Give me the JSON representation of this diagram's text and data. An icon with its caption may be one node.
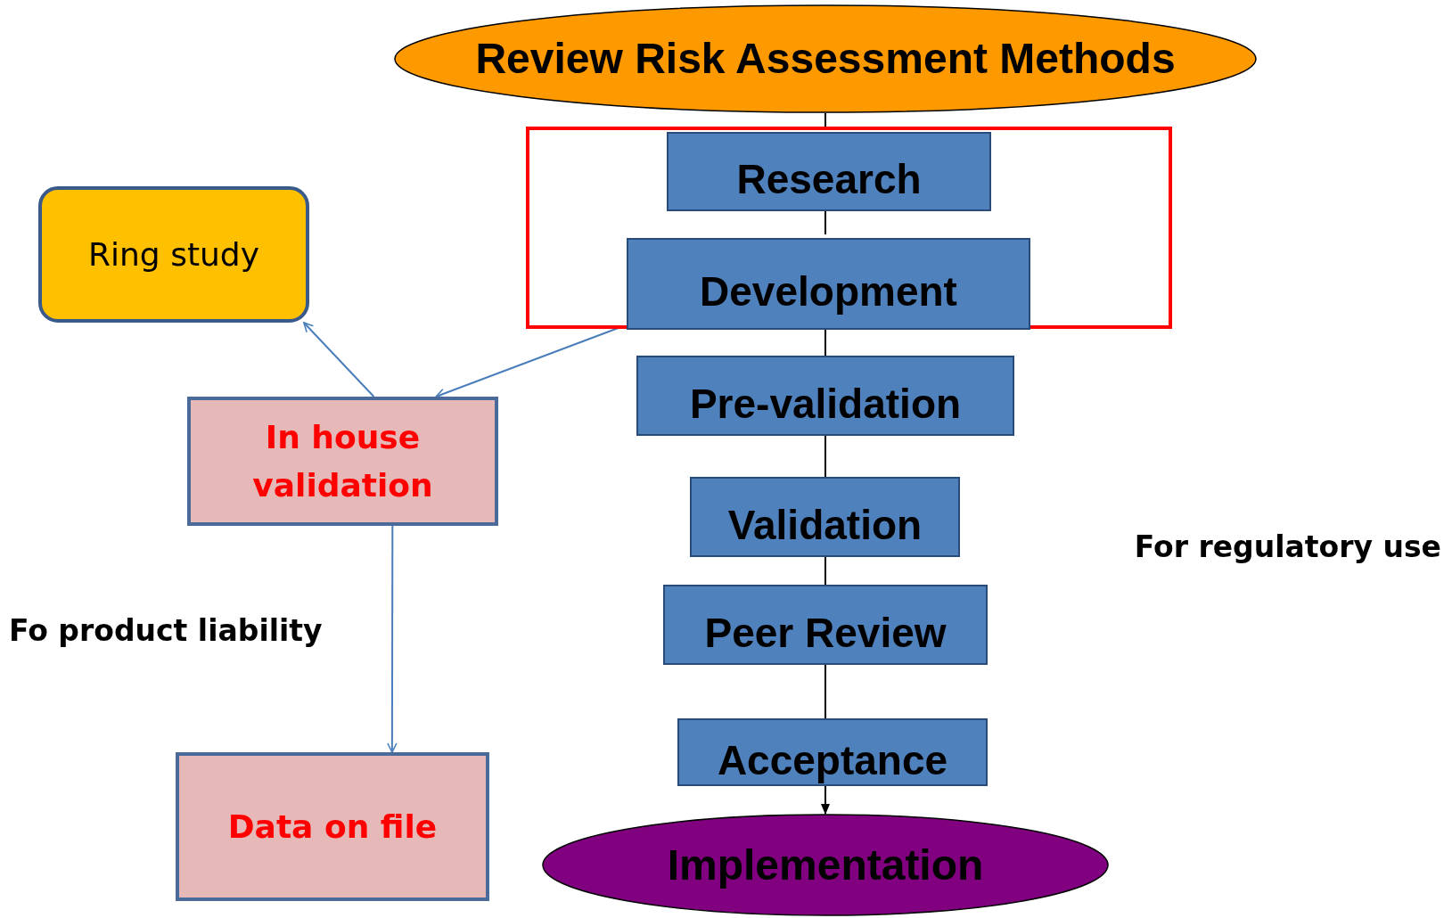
{
  "diagram": {
    "nodes": [
      {
        "text": [
          "Review Risk Assessment Methods"
        ]
      },
      {
        "text": [],
        "shape": "box"
      },
      {
        "text": [
          "Research"
        ],
        "in": 1
      },
      {
        "text": [
          "Development"
        ],
        "in": 1
      },
      {
        "text": [
          "Pre-validation"
        ]
      },
      {
        "text": [
          "Validation"
        ]
      },
      {
        "text": [
          "Peer Review"
        ]
      },
      {
        "text": [
          "Acceptance"
        ]
      },
      {
        "text": [
          "Implementation"
        ]
      },
      {
        "text": [
          "Ring study"
        ]
      },
      {
        "text": [
          "In house validation"
        ]
      },
      {
        "text": [
          "Data on file"
        ]
      }
    ],
    "edges": [
      {
        "from": 0,
        "to": 2,
        "arrow": "none"
      },
      {
        "from": 2,
        "to": 3,
        "arrow": "none"
      },
      {
        "from": 3,
        "to": 4,
        "arrow": "none"
      },
      {
        "from": 4,
        "to": 5,
        "arrow": "none"
      },
      {
        "from": 5,
        "to": 6,
        "arrow": "none"
      },
      {
        "from": 6,
        "to": 7,
        "arrow": "none"
      },
      {
        "from": 7,
        "to": 8,
        "arrow": "to"
      },
      {
        "from": 3,
        "to": 10,
        "arrow": "to",
        "color": "#4a7ebb"
      },
      {
        "from": 10,
        "to": 9,
        "arrow": "to",
        "color": "#4a7ebb"
      },
      {
        "from": 10,
        "to": 11,
        "arrow": "to",
        "color": "#4a7ebb"
      }
    ],
    "labels": [
      "For regulatory use",
      "Fo product liability"
    ]
  }
}
